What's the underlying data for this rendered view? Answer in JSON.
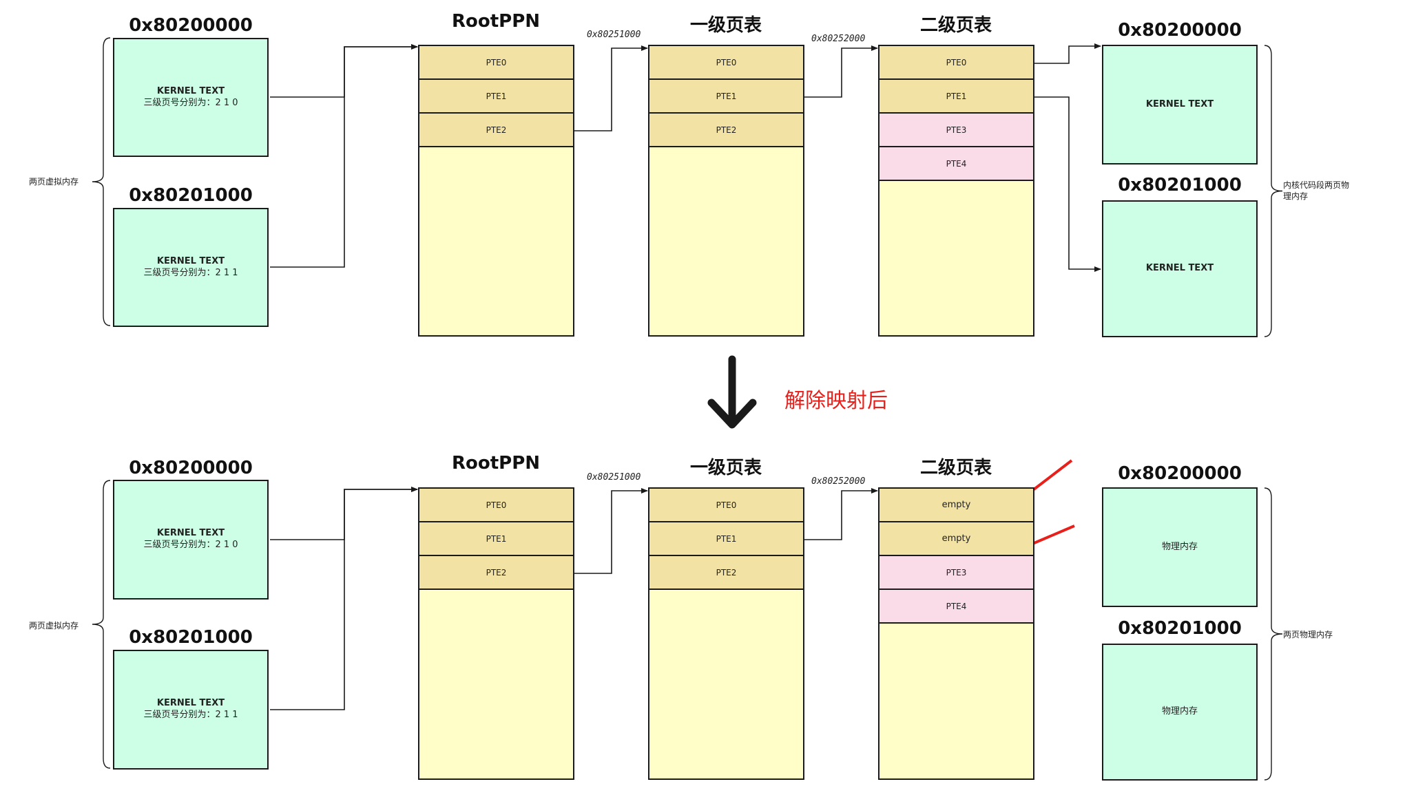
{
  "top": {
    "virtual_group_label": "两页虚拟内存",
    "physical_group_label": "内核代码段两页物理内存",
    "virtual_pages": [
      {
        "address": "0x80200000",
        "line1": "KERNEL TEXT",
        "line2": "三级页号分别为：2 1 0"
      },
      {
        "address": "0x80201000",
        "line1": "KERNEL TEXT",
        "line2": "三级页号分别为：2 1 1"
      }
    ],
    "tables": [
      {
        "title": "RootPPN",
        "address": "",
        "rows": [
          {
            "label": "PTE0",
            "style": "normal"
          },
          {
            "label": "PTE1",
            "style": "normal"
          },
          {
            "label": "PTE2",
            "style": "normal"
          }
        ]
      },
      {
        "title": "一级页表",
        "address": "0x80251000",
        "rows": [
          {
            "label": "PTE0",
            "style": "normal"
          },
          {
            "label": "PTE1",
            "style": "normal"
          },
          {
            "label": "PTE2",
            "style": "normal"
          }
        ]
      },
      {
        "title": "二级页表",
        "address": "0x80252000",
        "rows": [
          {
            "label": "PTE0",
            "style": "normal"
          },
          {
            "label": "PTE1",
            "style": "normal"
          },
          {
            "label": "PTE3",
            "style": "pink"
          },
          {
            "label": "PTE4",
            "style": "pink"
          }
        ]
      }
    ],
    "physical_pages": [
      {
        "address": "0x80200000",
        "label": "KERNEL TEXT"
      },
      {
        "address": "0x80201000",
        "label": "KERNEL TEXT"
      }
    ]
  },
  "caption": "解除映射后",
  "bottom": {
    "virtual_group_label": "两页虚拟内存",
    "physical_group_label": "两页物理内存",
    "virtual_pages": [
      {
        "address": "0x80200000",
        "line1": "KERNEL TEXT",
        "line2": "三级页号分别为：2 1 0"
      },
      {
        "address": "0x80201000",
        "line1": "KERNEL TEXT",
        "line2": "三级页号分别为：2 1 1"
      }
    ],
    "tables": [
      {
        "title": "RootPPN",
        "address": "",
        "rows": [
          {
            "label": "PTE0",
            "style": "normal"
          },
          {
            "label": "PTE1",
            "style": "normal"
          },
          {
            "label": "PTE2",
            "style": "normal"
          }
        ]
      },
      {
        "title": "一级页表",
        "address": "0x80251000",
        "rows": [
          {
            "label": "PTE0",
            "style": "normal"
          },
          {
            "label": "PTE1",
            "style": "normal"
          },
          {
            "label": "PTE2",
            "style": "normal"
          }
        ]
      },
      {
        "title": "二级页表",
        "address": "0x80252000",
        "rows": [
          {
            "label": "empty",
            "style": "empty"
          },
          {
            "label": "empty",
            "style": "empty"
          },
          {
            "label": "PTE3",
            "style": "pink"
          },
          {
            "label": "PTE4",
            "style": "pink"
          }
        ]
      }
    ],
    "physical_pages": [
      {
        "address": "0x80200000",
        "label": "物理内存"
      },
      {
        "address": "0x80201000",
        "label": "物理内存"
      }
    ]
  },
  "colors": {
    "page_fill": "#ccffe6",
    "table_fill": "#fffdc8",
    "pte_fill": "#f2e2a4",
    "pte_pink_fill": "#fadbe8",
    "caption_red": "#e8201c",
    "pointer_red": "#e8201c"
  }
}
